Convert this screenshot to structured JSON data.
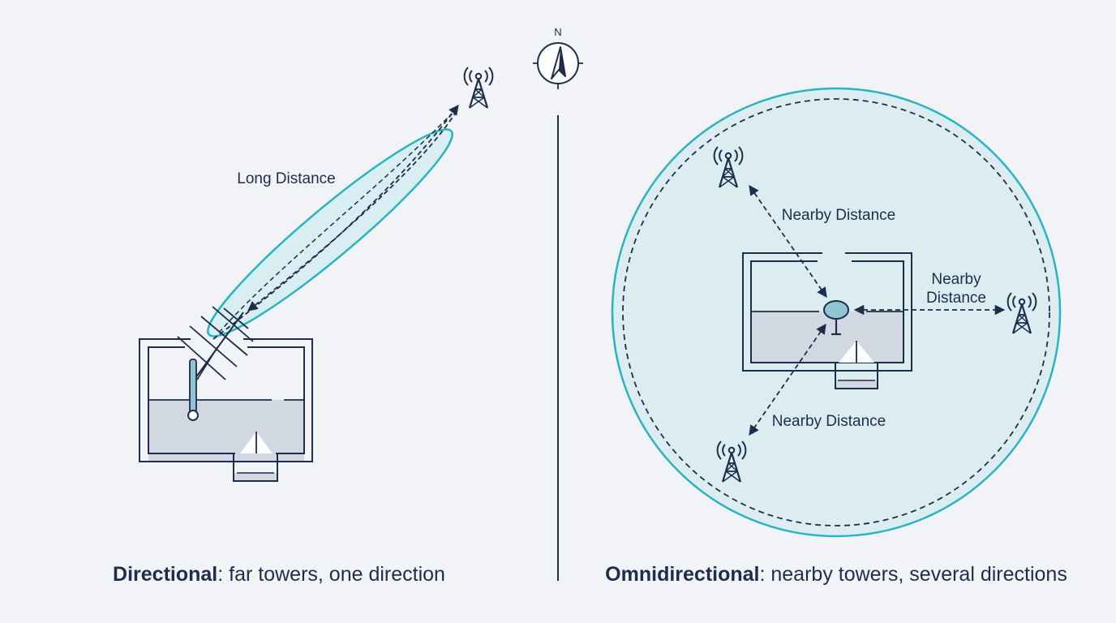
{
  "compass": {
    "north_label": "N"
  },
  "directional": {
    "distance_label": "Long Distance",
    "caption_bold": "Directional",
    "caption_rest": ": far towers, one direction"
  },
  "omnidirectional": {
    "label_top": "Nearby Distance",
    "label_right_line1": "Nearby",
    "label_right_line2": "Distance",
    "label_bottom": "Nearby Distance",
    "caption_bold": "Omnidirectional",
    "caption_rest": ": nearby towers, several directions"
  },
  "colors": {
    "ink": "#1e2d4a",
    "teal": "#2bb3bf",
    "beam_fill": "#d4ecf1",
    "coverage_fill": "#dcedf2",
    "room_fill": "#d2d8e2"
  }
}
